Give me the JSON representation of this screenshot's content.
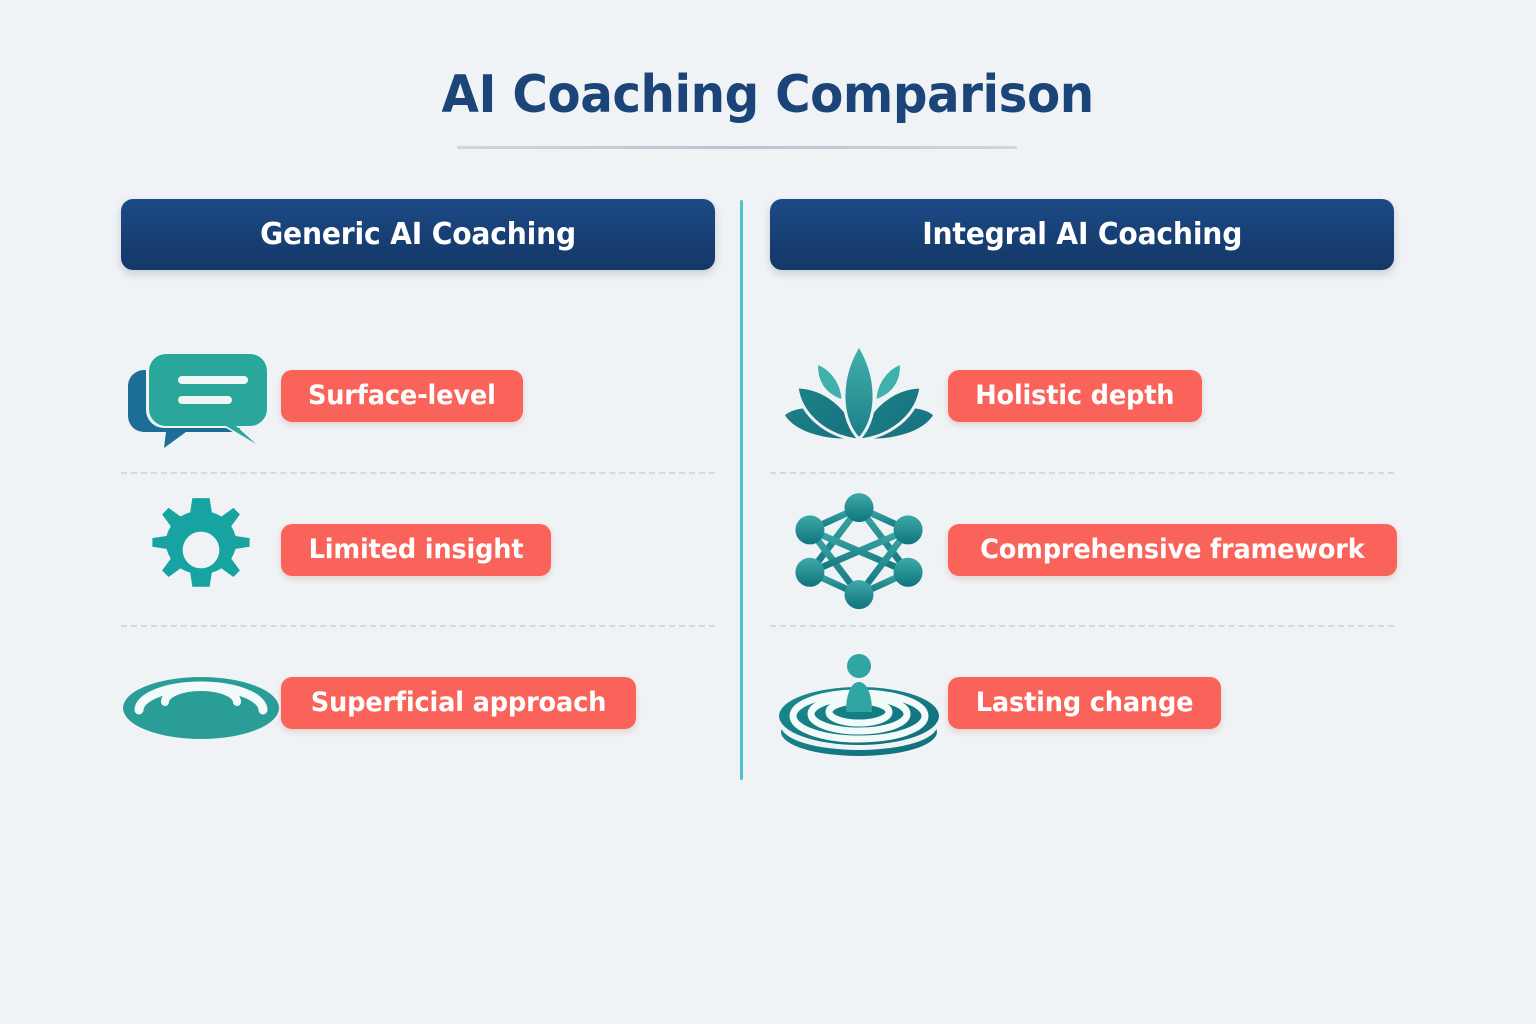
{
  "page": {
    "title": "AI Coaching Comparison",
    "background_color": "#f0f3f6",
    "accent_navy": "#1b4479",
    "accent_teal": "#4fc3c6",
    "accent_coral": "#f9635a"
  },
  "columns": [
    {
      "id": "generic",
      "header": "Generic AI Coaching",
      "rows": [
        {
          "icon": "chat-bubbles-icon",
          "label": "Surface-level"
        },
        {
          "icon": "gear-icon",
          "label": "Limited insight"
        },
        {
          "icon": "flat-ripple-icon",
          "label": "Superficial approach"
        }
      ]
    },
    {
      "id": "integral",
      "header": "Integral AI Coaching",
      "rows": [
        {
          "icon": "lotus-icon",
          "label": "Holistic depth"
        },
        {
          "icon": "network-nodes-icon",
          "label": "Comprehensive framework"
        },
        {
          "icon": "water-ripple-droplet-icon",
          "label": "Lasting change"
        }
      ]
    }
  ]
}
